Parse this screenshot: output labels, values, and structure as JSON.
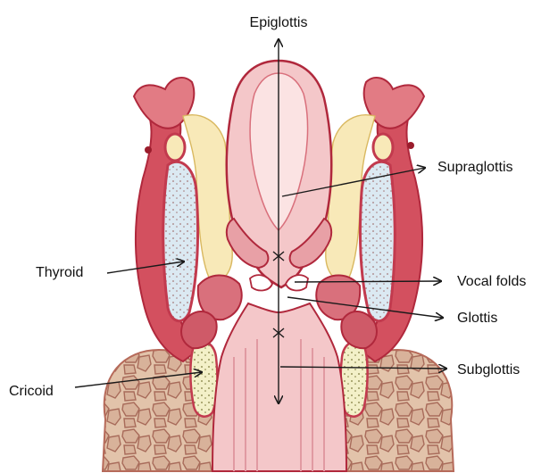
{
  "figure": {
    "labels": {
      "epiglottis": "Epiglottis",
      "supraglottis": "Supraglottis",
      "thyroid": "Thyroid",
      "vocal_folds": "Vocal folds",
      "glottis": "Glottis",
      "subglottis": "Subglottis",
      "cricoid": "Cricoid"
    },
    "colors": {
      "tissue_red": "#c23a4e",
      "tissue_pink": "#f4c7c9",
      "mucosa_light": "#fbe3e3",
      "fat_yellow": "#f8e9b8",
      "cartilage_blue": "#dbe9f2",
      "gland_tan": "#d9b8a0",
      "outline": "#b0283c",
      "label_text": "#111111"
    }
  }
}
